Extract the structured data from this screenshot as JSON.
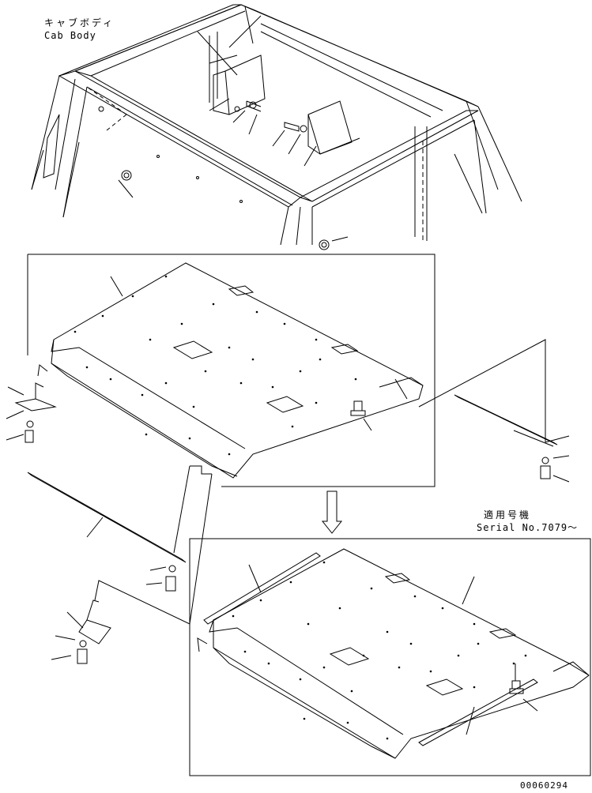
{
  "labels": {
    "cab_body_jp": "キャブボディ",
    "cab_body_en": "Cab Body",
    "serial_jp": "適用号機",
    "serial_en": "Serial No.7079～",
    "drawing_no": "00060294"
  },
  "colors": {
    "line": "#000000",
    "background": "#ffffff"
  },
  "icons": {
    "arrow": "down-arrow-icon"
  }
}
